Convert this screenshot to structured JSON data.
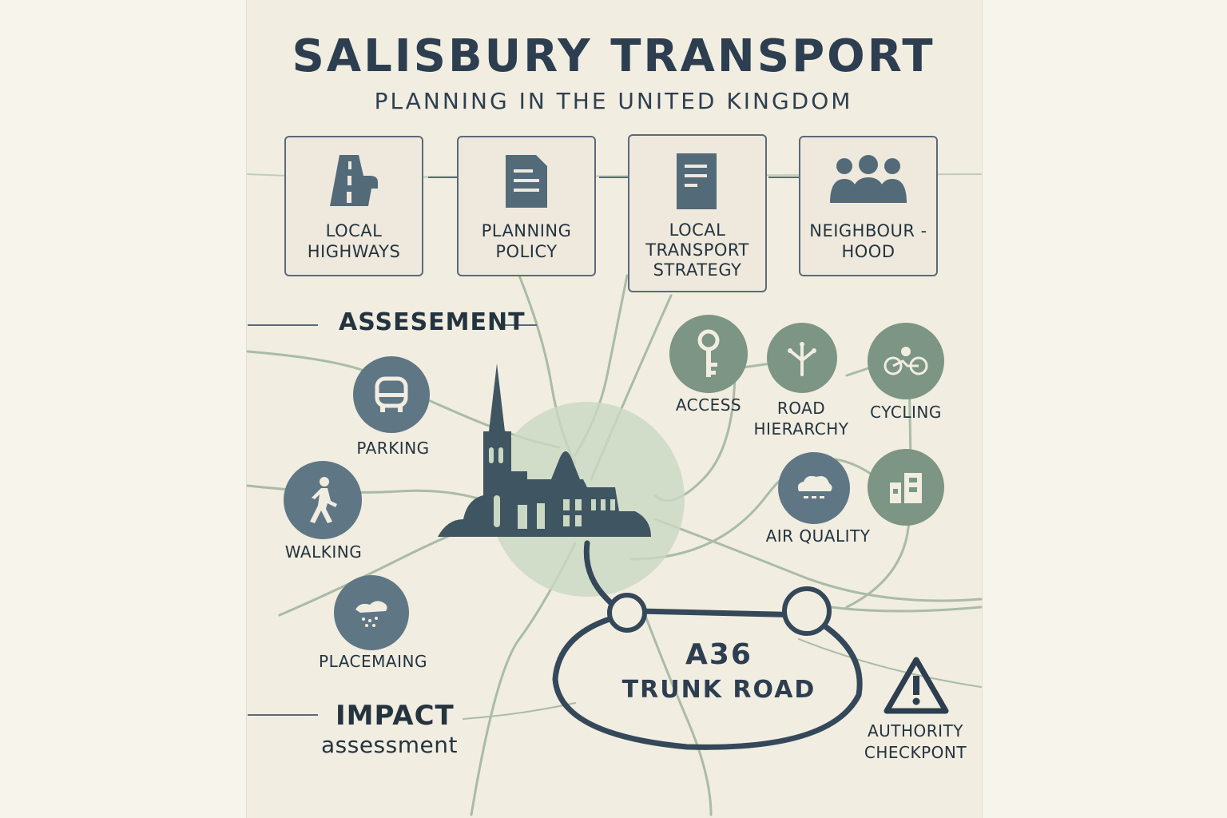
{
  "header": {
    "title": "SALISBURY TRANSPORT",
    "subtitle": "PLANNING IN THE UNITED KINGDOM"
  },
  "cards": [
    {
      "label": "LOCAL HIGHWAYS",
      "icon": "road-icon"
    },
    {
      "label": "PLANNING POLICY",
      "icon": "document-icon"
    },
    {
      "label": "LOCAL TRANSPORT STRATEGY",
      "icon": "document-icon"
    },
    {
      "label": "NEIGHBOUR - HOOD",
      "icon": "people-icon"
    }
  ],
  "sections": {
    "assessment": "ASSESEMENT",
    "impact_title": "IMPACT",
    "impact_sub": "assessment"
  },
  "topics": {
    "parking": "PARKING",
    "walking": "WALKING",
    "placemaking": "PLACEMAING",
    "access": "ACCESS",
    "road_hierarchy": "ROAD HIERARCHY",
    "cycling": "CYCLING",
    "air_quality": "AIR QUALITY"
  },
  "road": {
    "number": "A36",
    "name": "TRUNK ROAD"
  },
  "checkpoint": {
    "label_1": "AUTHORITY",
    "label_2": "CHECKPONT",
    "icon": "warning-icon"
  },
  "colors": {
    "dark": "#2c3e50",
    "slate": "#5f7685",
    "sage": "#7c9584",
    "light_sage": "#c9d8c3",
    "background": "#f1ede1"
  }
}
